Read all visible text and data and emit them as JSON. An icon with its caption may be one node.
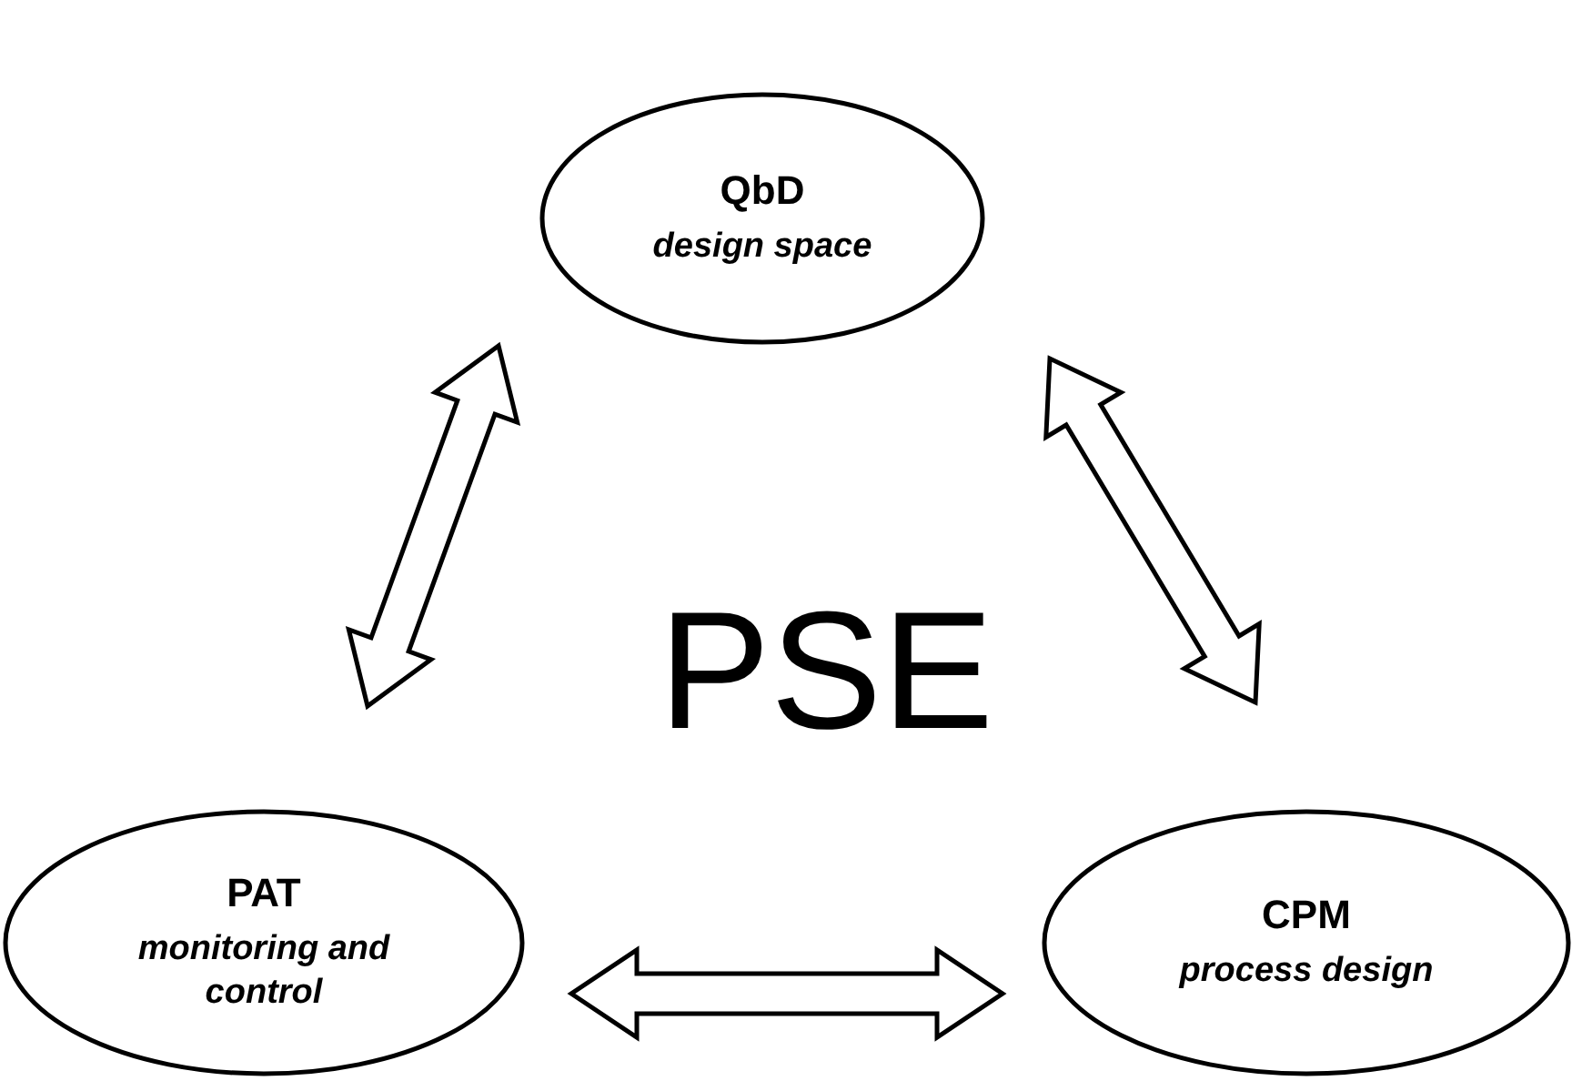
{
  "diagram": {
    "nodes": [
      {
        "text": [
          "QbD",
          "design space"
        ]
      },
      {
        "text": [
          "PAT",
          "monitoring and control"
        ]
      },
      {
        "text": [
          "CPM",
          "process design"
        ]
      }
    ],
    "edges": [
      {
        "from": 0,
        "to": 1,
        "arrow": "both"
      },
      {
        "from": 0,
        "to": 2,
        "arrow": "both"
      },
      {
        "from": 1,
        "to": 2,
        "arrow": "both"
      }
    ],
    "labels": [
      "PSE"
    ]
  }
}
